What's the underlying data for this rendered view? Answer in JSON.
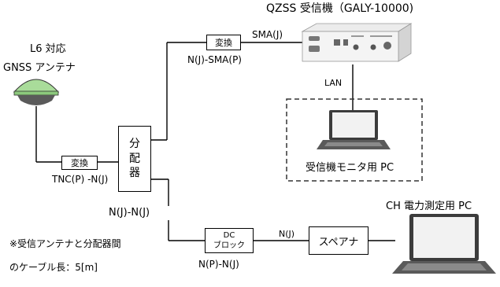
{
  "receiver": {
    "title": "QZSS 受信機（GALY-10000)"
  },
  "antenna": {
    "line1": "L6 対応",
    "line2": "GNSS アンテナ"
  },
  "converter_top": {
    "label": "変換",
    "port": "SMA(J)",
    "spec": "N(J)-SMA(P)"
  },
  "converter_left": {
    "label": "変換",
    "spec": "TNC(P) -N(J)"
  },
  "splitter": {
    "label": "分\n配\n器"
  },
  "lan": {
    "label": "LAN"
  },
  "monitor_pc": {
    "label": "受信機モニタ用 PC"
  },
  "splitter_out": {
    "label": "N(J)-N(J)"
  },
  "dc_block": {
    "line1": "DC",
    "line2": "ブロック",
    "spec": "N(P)-N(J)",
    "port": "N(J)"
  },
  "spectrum_analyzer": {
    "label": "スペアナ"
  },
  "power_pc": {
    "label": "CH 電力測定用 PC"
  },
  "note": {
    "line1": "※受信アンテナと分配器間",
    "line2": "のケーブル長：5[m]"
  }
}
